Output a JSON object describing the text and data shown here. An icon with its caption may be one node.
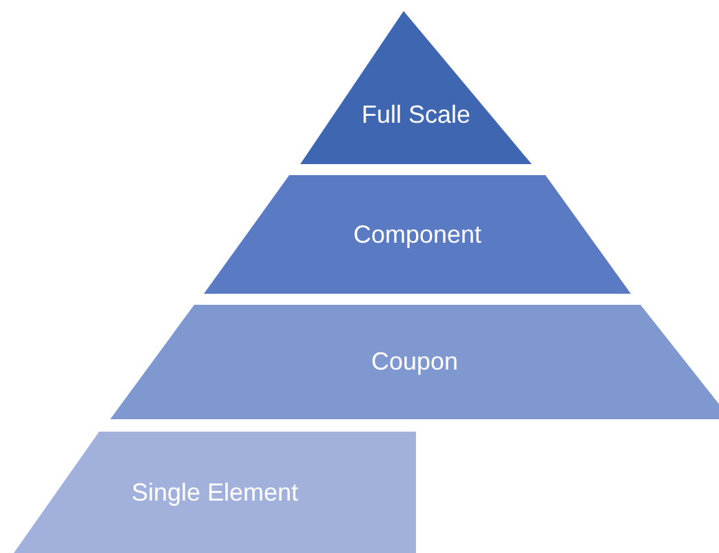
{
  "diagram": {
    "nodes": [
      {
        "text": [
          "Full Scale"
        ]
      },
      {
        "text": [
          "Component"
        ]
      },
      {
        "text": [
          "Coupon"
        ]
      },
      {
        "text": [
          "Single Element"
        ]
      }
    ]
  }
}
